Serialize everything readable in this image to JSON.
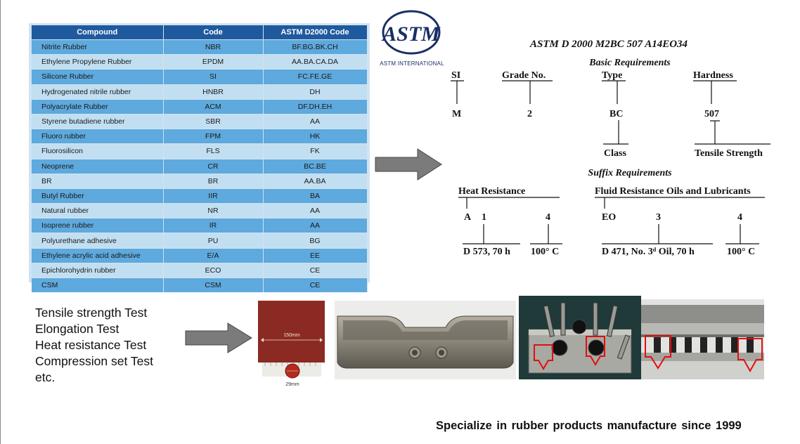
{
  "table": {
    "headers": [
      "Compound",
      "Code",
      "ASTM D2000 Code"
    ],
    "rows": [
      [
        "Nitrite Rubber",
        "NBR",
        "BF.BG.BK.CH"
      ],
      [
        "Ethylene Propylene Rubber",
        "EPDM",
        "AA.BA.CA.DA"
      ],
      [
        "Silicone Rubber",
        "SI",
        "FC.FE.GE"
      ],
      [
        "Hydrogenated nitrile rubber",
        "HNBR",
        "DH"
      ],
      [
        "Polyacrylate Rubber",
        "ACM",
        "DF.DH.EH"
      ],
      [
        "Styrene butadiene rubber",
        "SBR",
        "AA"
      ],
      [
        "Fluoro rubber",
        "FPM",
        "HK"
      ],
      [
        "Fluorosilicon",
        "FLS",
        "FK"
      ],
      [
        "Neoprene",
        "CR",
        "BC.BE"
      ],
      [
        "BR",
        "BR",
        "AA.BA"
      ],
      [
        "Butyl Rubber",
        "IIR",
        "BA"
      ],
      [
        "Natural rubber",
        "NR",
        "AA"
      ],
      [
        "Isoprene rubber",
        "IR",
        "AA"
      ],
      [
        "Polyurethane adhesive",
        "PU",
        "BG"
      ],
      [
        "Ethylene acrylic acid adhesive",
        "E/A",
        "EE"
      ],
      [
        "Epichlorohydrin rubber",
        "ECO",
        "CE"
      ],
      [
        "CSM",
        "CSM",
        "CE"
      ]
    ]
  },
  "logo": {
    "mark": "ASTM",
    "subtitle": "ASTM INTERNATIONAL"
  },
  "diagram": {
    "title": "ASTM D 2000 M2BC 507 A14EO34",
    "basic_heading": "Basic Requirements",
    "si": "SI",
    "m": "M",
    "grade_label": "Grade No.",
    "grade_value": "2",
    "type_label": "Type",
    "type_value": "BC",
    "class_label": "Class",
    "hardness_label": "Hardness",
    "hardness_value": "507",
    "tensile_label": "Tensile Strength",
    "suffix_heading": "Suffix Requirements",
    "heat_label": "Heat Resistance",
    "heat_a": "A",
    "heat_1": "1",
    "heat_4": "4",
    "heat_test": "D 573, 70 h",
    "heat_temp": "100° C",
    "fluid_label": "Fluid Resistance Oils and Lubricants",
    "fluid_eo": "EO",
    "fluid_3": "3",
    "fluid_4": "4",
    "fluid_test": "D 471, No. 3ᵈ Oil, 70 h",
    "fluid_temp": "100° C"
  },
  "tests": [
    "Tensile strength Test",
    "Elongation Test",
    "Heat resistance Test",
    "Compression set Test",
    "etc."
  ],
  "photo_labels": {
    "sheet_width": "150mm",
    "disc_diameter": "29mm"
  },
  "slogan": "Specialize in rubber products manufacture since 1999",
  "colors": {
    "table_header": "#1f5a9e",
    "row_dark": "#5ea9dd",
    "row_light": "#c2dff2",
    "logo_blue": "#1a2e66",
    "arrow_gray": "#7b7b7b",
    "sheet_red": "#8b2a22",
    "marker_red": "#e01010"
  }
}
